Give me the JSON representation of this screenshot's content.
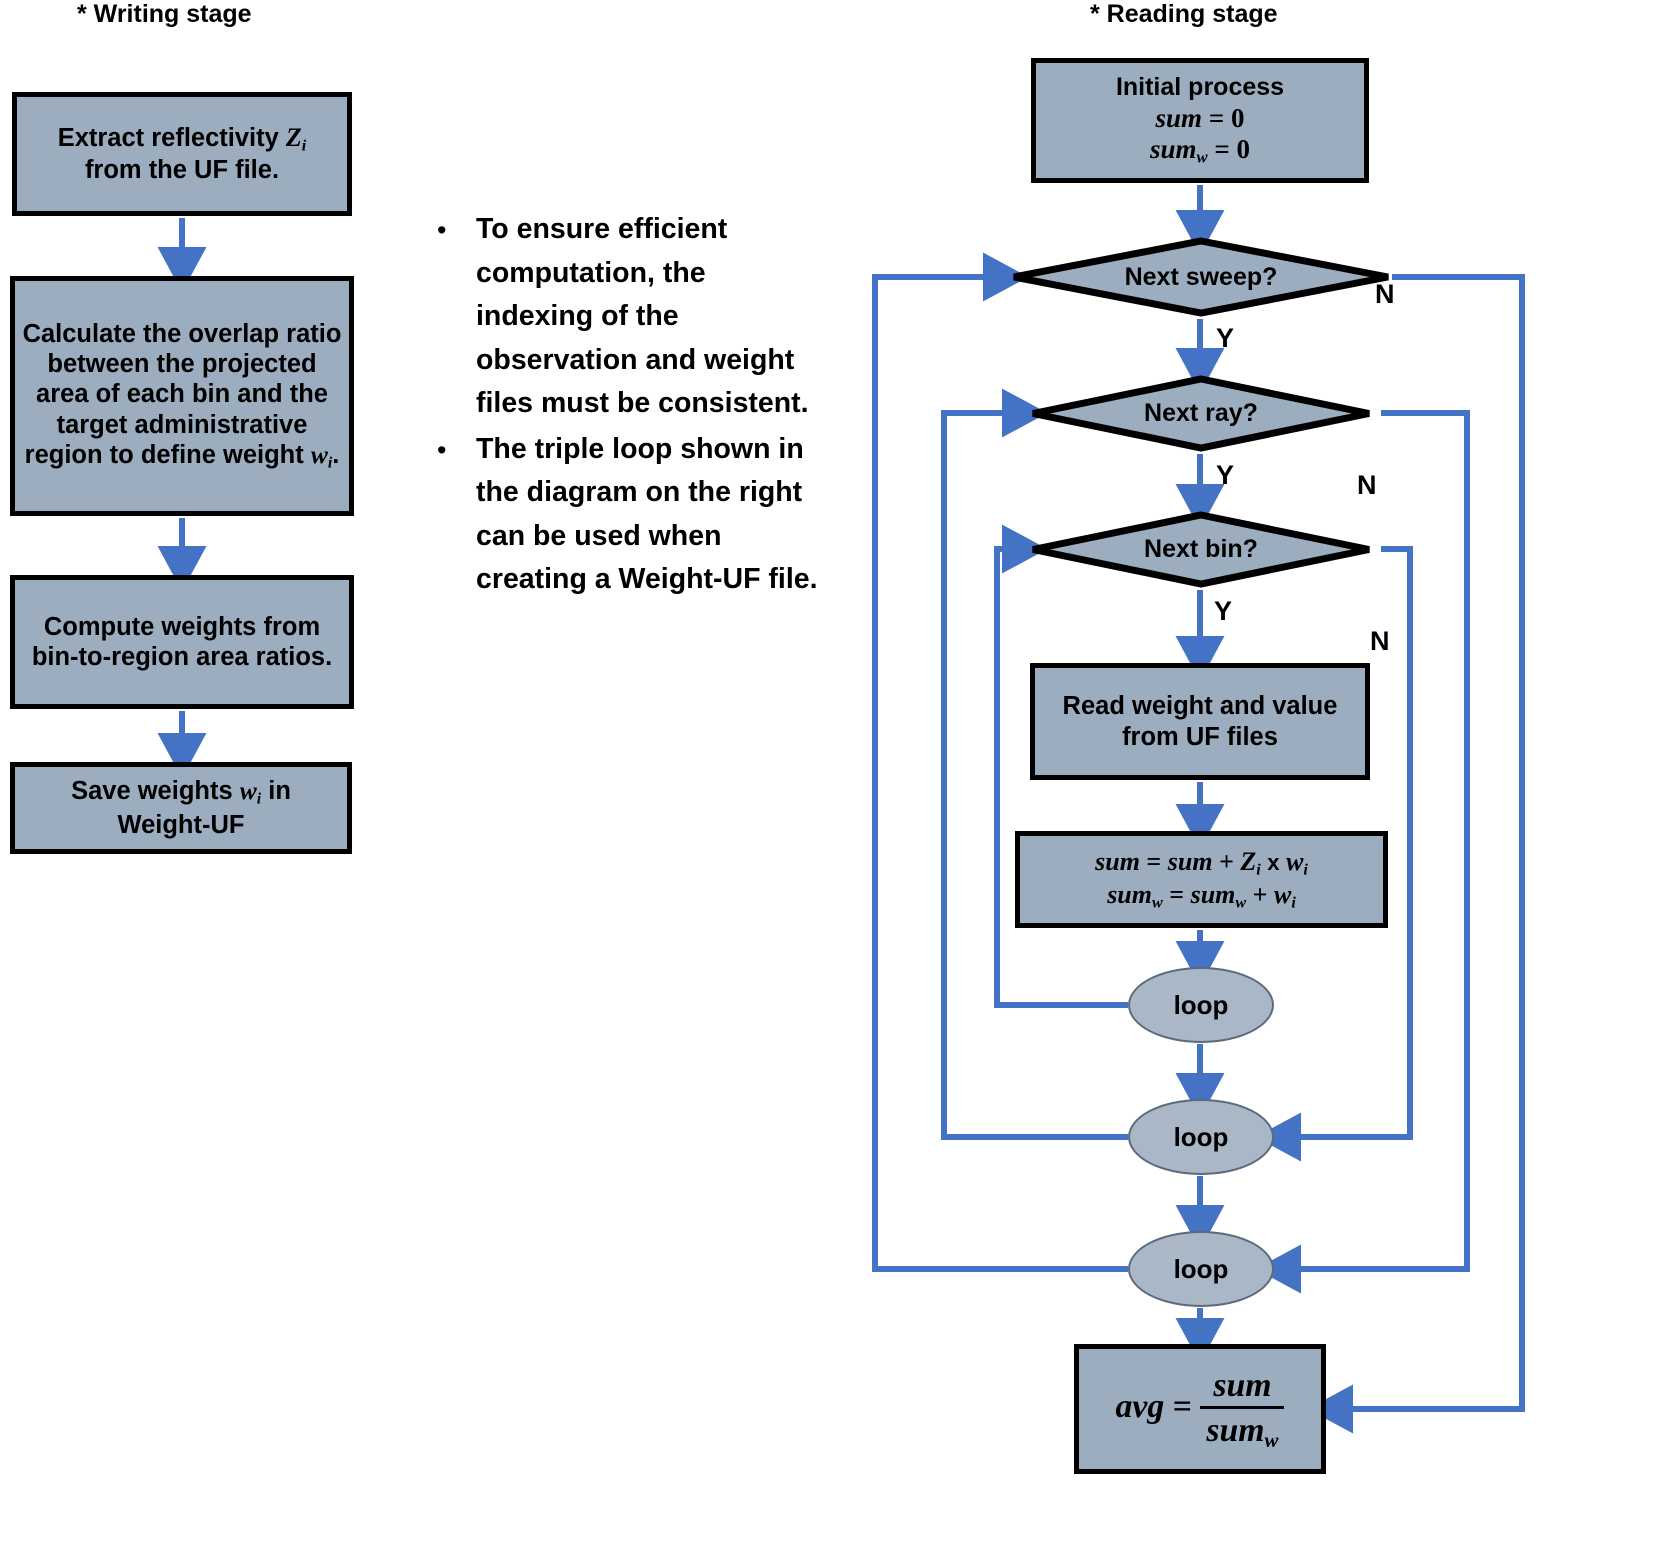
{
  "stages": {
    "writing_title": "* Writing stage",
    "reading_title": "* Reading stage"
  },
  "writing_stage": {
    "boxes": [
      {
        "id": "extract-reflectivity",
        "line1": "Extract reflectivity",
        "var": "Z",
        "sub": "i",
        "line2": "from the UF file."
      },
      {
        "id": "calculate-overlap-ratio",
        "text": "Calculate the overlap ratio between the projected area of each bin and the target administrative region to define weight",
        "var": "w",
        "sub": "i",
        "tail": "."
      },
      {
        "id": "compute-weights",
        "text": "Compute weights from bin-to-region area ratios."
      },
      {
        "id": "save-weights",
        "line1": "Save weights",
        "var": "w",
        "sub": "i",
        "line1b": "in",
        "line2": "Weight-UF"
      }
    ]
  },
  "notes": {
    "bullet_marker": "•",
    "items": [
      "To ensure efficient computation, the indexing of the observation and weight files must be consistent.",
      "The triple loop shown in the diagram on the right can be used when creating a Weight-UF file."
    ]
  },
  "reading_stage": {
    "initial_process": {
      "title": "Initial process",
      "eq1_lhs": "sum",
      "eq1_op": "=",
      "eq1_rhs": "0",
      "eq2_lhs": "sum",
      "eq2_sub": "w",
      "eq2_op": "=",
      "eq2_rhs": "0"
    },
    "decisions": [
      {
        "id": "next-sweep",
        "label": "Next sweep?",
        "yes": "Y",
        "no": "N"
      },
      {
        "id": "next-ray",
        "label": "Next ray?",
        "yes": "Y",
        "no": "N"
      },
      {
        "id": "next-bin",
        "label": "Next bin?",
        "yes": "Y",
        "no": "N"
      }
    ],
    "read_box": {
      "line1": "Read weight and value",
      "line2": "from UF files"
    },
    "accumulate_box": {
      "eq1": {
        "lhs": "sum",
        "op": "=",
        "a": "sum",
        "plus": "+",
        "z": "Z",
        "zsub": "i",
        "times": "x",
        "w": "w",
        "wsub": "i"
      },
      "eq2": {
        "lhs": "sum",
        "lsub": "w",
        "op": "=",
        "a": "sum",
        "asub": "w",
        "plus": "+",
        "w": "w",
        "wsub": "i"
      }
    },
    "loops": [
      {
        "id": "loop-bin",
        "label": "loop"
      },
      {
        "id": "loop-ray",
        "label": "loop"
      },
      {
        "id": "loop-sweep",
        "label": "loop"
      }
    ],
    "average_box": {
      "lhs": "avg",
      "op": "=",
      "num": "sum",
      "den": "sum",
      "den_sub": "w"
    }
  },
  "colors": {
    "shape_fill": "#9DADC0",
    "shape_stroke": "#000000",
    "connector": "#4472C4",
    "loop_fill": "#A9B7C6",
    "text": "#000000",
    "background": "#FFFFFF"
  }
}
